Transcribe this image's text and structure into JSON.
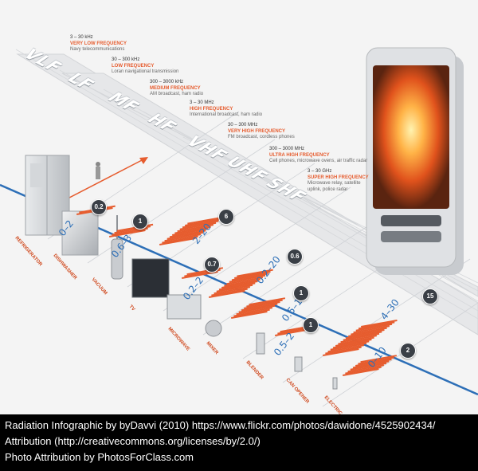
{
  "bands": [
    {
      "abbr": "VLF",
      "range": "3 – 30 kHz",
      "name": "VERY LOW FREQUENCY",
      "uses": [
        "Navy telecommunications"
      ]
    },
    {
      "abbr": "LF",
      "range": "30 – 300 kHz",
      "name": "LOW FREQUENCY",
      "uses": [
        "Loran navigational transmission"
      ]
    },
    {
      "abbr": "MF",
      "range": "300 – 3000 kHz",
      "name": "MEDIUM FREQUENCY",
      "uses": [
        "AM broadcast, ham radio"
      ]
    },
    {
      "abbr": "HF",
      "range": "3 – 30 MHz",
      "name": "HIGH FREQUENCY",
      "uses": [
        "International broadcast, ham radio"
      ]
    },
    {
      "abbr": "VHF",
      "range": "30 – 300 MHz",
      "name": "VERY HIGH FREQUENCY",
      "uses": [
        "FM broadcast, cordless phones"
      ]
    },
    {
      "abbr": "UHF",
      "range": "300 – 3000 MHz",
      "name": "ULTRA HIGH FREQUENCY",
      "uses": [
        "Cell phones, microwave ovens, air traffic radar"
      ]
    },
    {
      "abbr": "SHF",
      "range": "3 – 30 GHz",
      "name": "SUPER HIGH FREQUENCY",
      "uses": [
        "Microwave relay, satellite",
        "uplink, police radar"
      ]
    }
  ],
  "appliances": [
    {
      "name": "REFRIGERATOR",
      "range": "0–2",
      "avg": "0.2",
      "bar_count": 2
    },
    {
      "name": "DISHWASHER",
      "range": "0.6–3",
      "avg": "1",
      "bar_count": 4
    },
    {
      "name": "VACUUM",
      "range": "2–20",
      "avg": "6",
      "bar_count": 12
    },
    {
      "name": "TV",
      "range": "0.2–2",
      "avg": "0.7",
      "bar_count": 3
    },
    {
      "name": "MICROWAVE",
      "range": "0.2–20",
      "avg": "0.6",
      "bar_count": 12
    },
    {
      "name": "MIXER",
      "range": "0.5–10",
      "avg": "1",
      "bar_count": 8
    },
    {
      "name": "BLENDER",
      "range": "0.5–2",
      "avg": "1",
      "bar_count": 3
    },
    {
      "name": "CAN OPENER",
      "range": "4–30",
      "avg": "15",
      "bar_count": 16
    },
    {
      "name": "ELECTRIC SHAVER",
      "range": "0–10",
      "avg": "2",
      "bar_count": 8
    }
  ],
  "caption": {
    "line1": "Radiation Infographic by byDavvi (2010) https://www.flickr.com/photos/dawidone/4525902434/",
    "line2": "Attribution (http://creativecommons.org/licenses/by/2.0/)",
    "line3": "Photo Attribution by PhotosForClass.com"
  },
  "colors": {
    "accent": "#e65c2e",
    "axis": "#2d6fb7",
    "circle": "#3a3f46",
    "caption_bg": "#000000"
  }
}
